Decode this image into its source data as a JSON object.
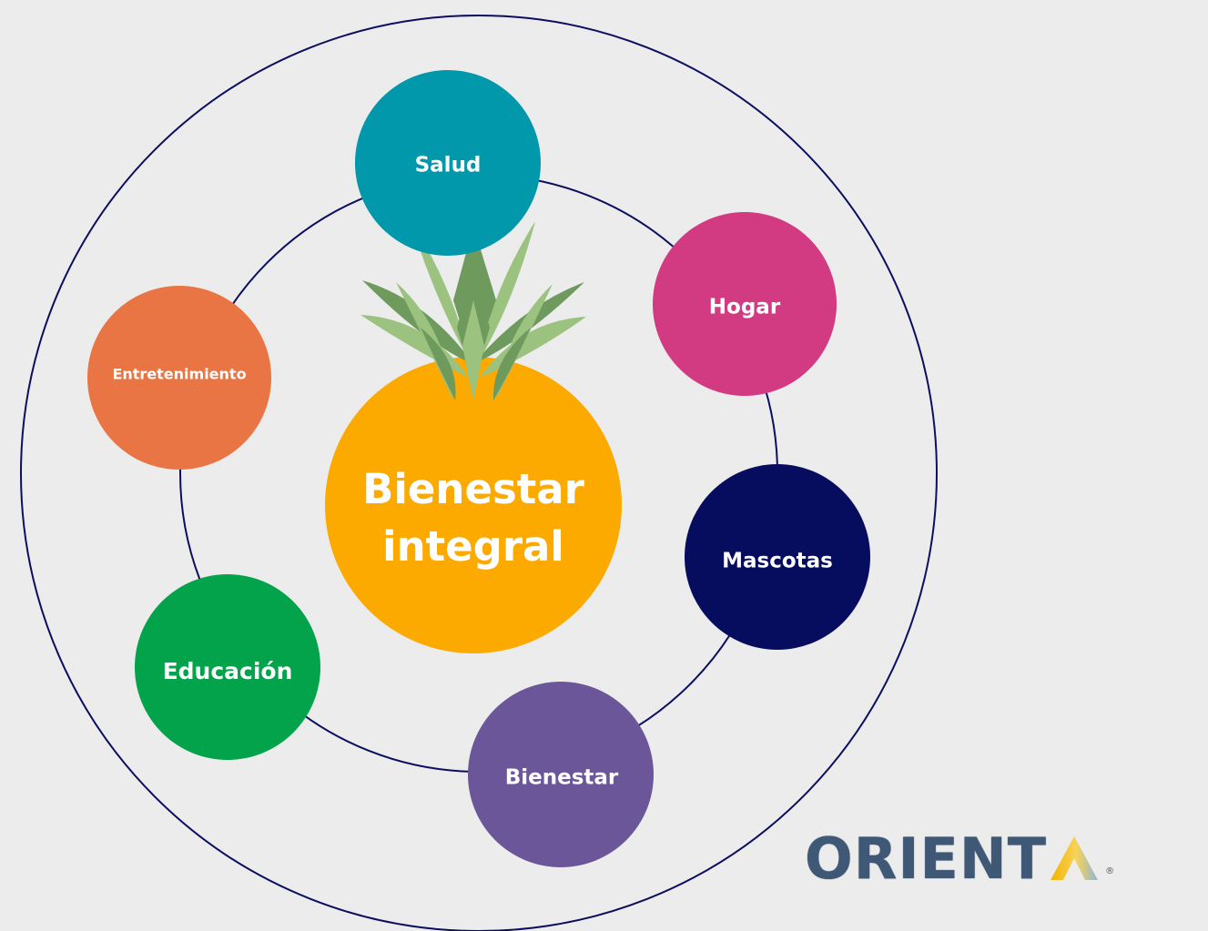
{
  "diagram": {
    "center": {
      "line1": "Bienestar",
      "line2": "integral",
      "color": "#fca900"
    },
    "nodes": [
      {
        "id": "salud",
        "label": "Salud",
        "color": "#0298ab"
      },
      {
        "id": "hogar",
        "label": "Hogar",
        "color": "#d23b82"
      },
      {
        "id": "mascotas",
        "label": "Mascotas",
        "color": "#060d5e"
      },
      {
        "id": "bienestar",
        "label": "Bienestar",
        "color": "#6a5698"
      },
      {
        "id": "educacion",
        "label": "Educación",
        "color": "#02a34a"
      },
      {
        "id": "entretenimiento",
        "label": "Entretenimiento",
        "color": "#e87543"
      }
    ],
    "ring_color": "#0b0f5e",
    "leaf_colors": [
      "#9bc27e",
      "#6e9a5e"
    ]
  },
  "logo": {
    "text": "ORIENT",
    "reg": "®",
    "colors": [
      "#3f5876",
      "#f4b400",
      "#8fb6d9"
    ]
  }
}
